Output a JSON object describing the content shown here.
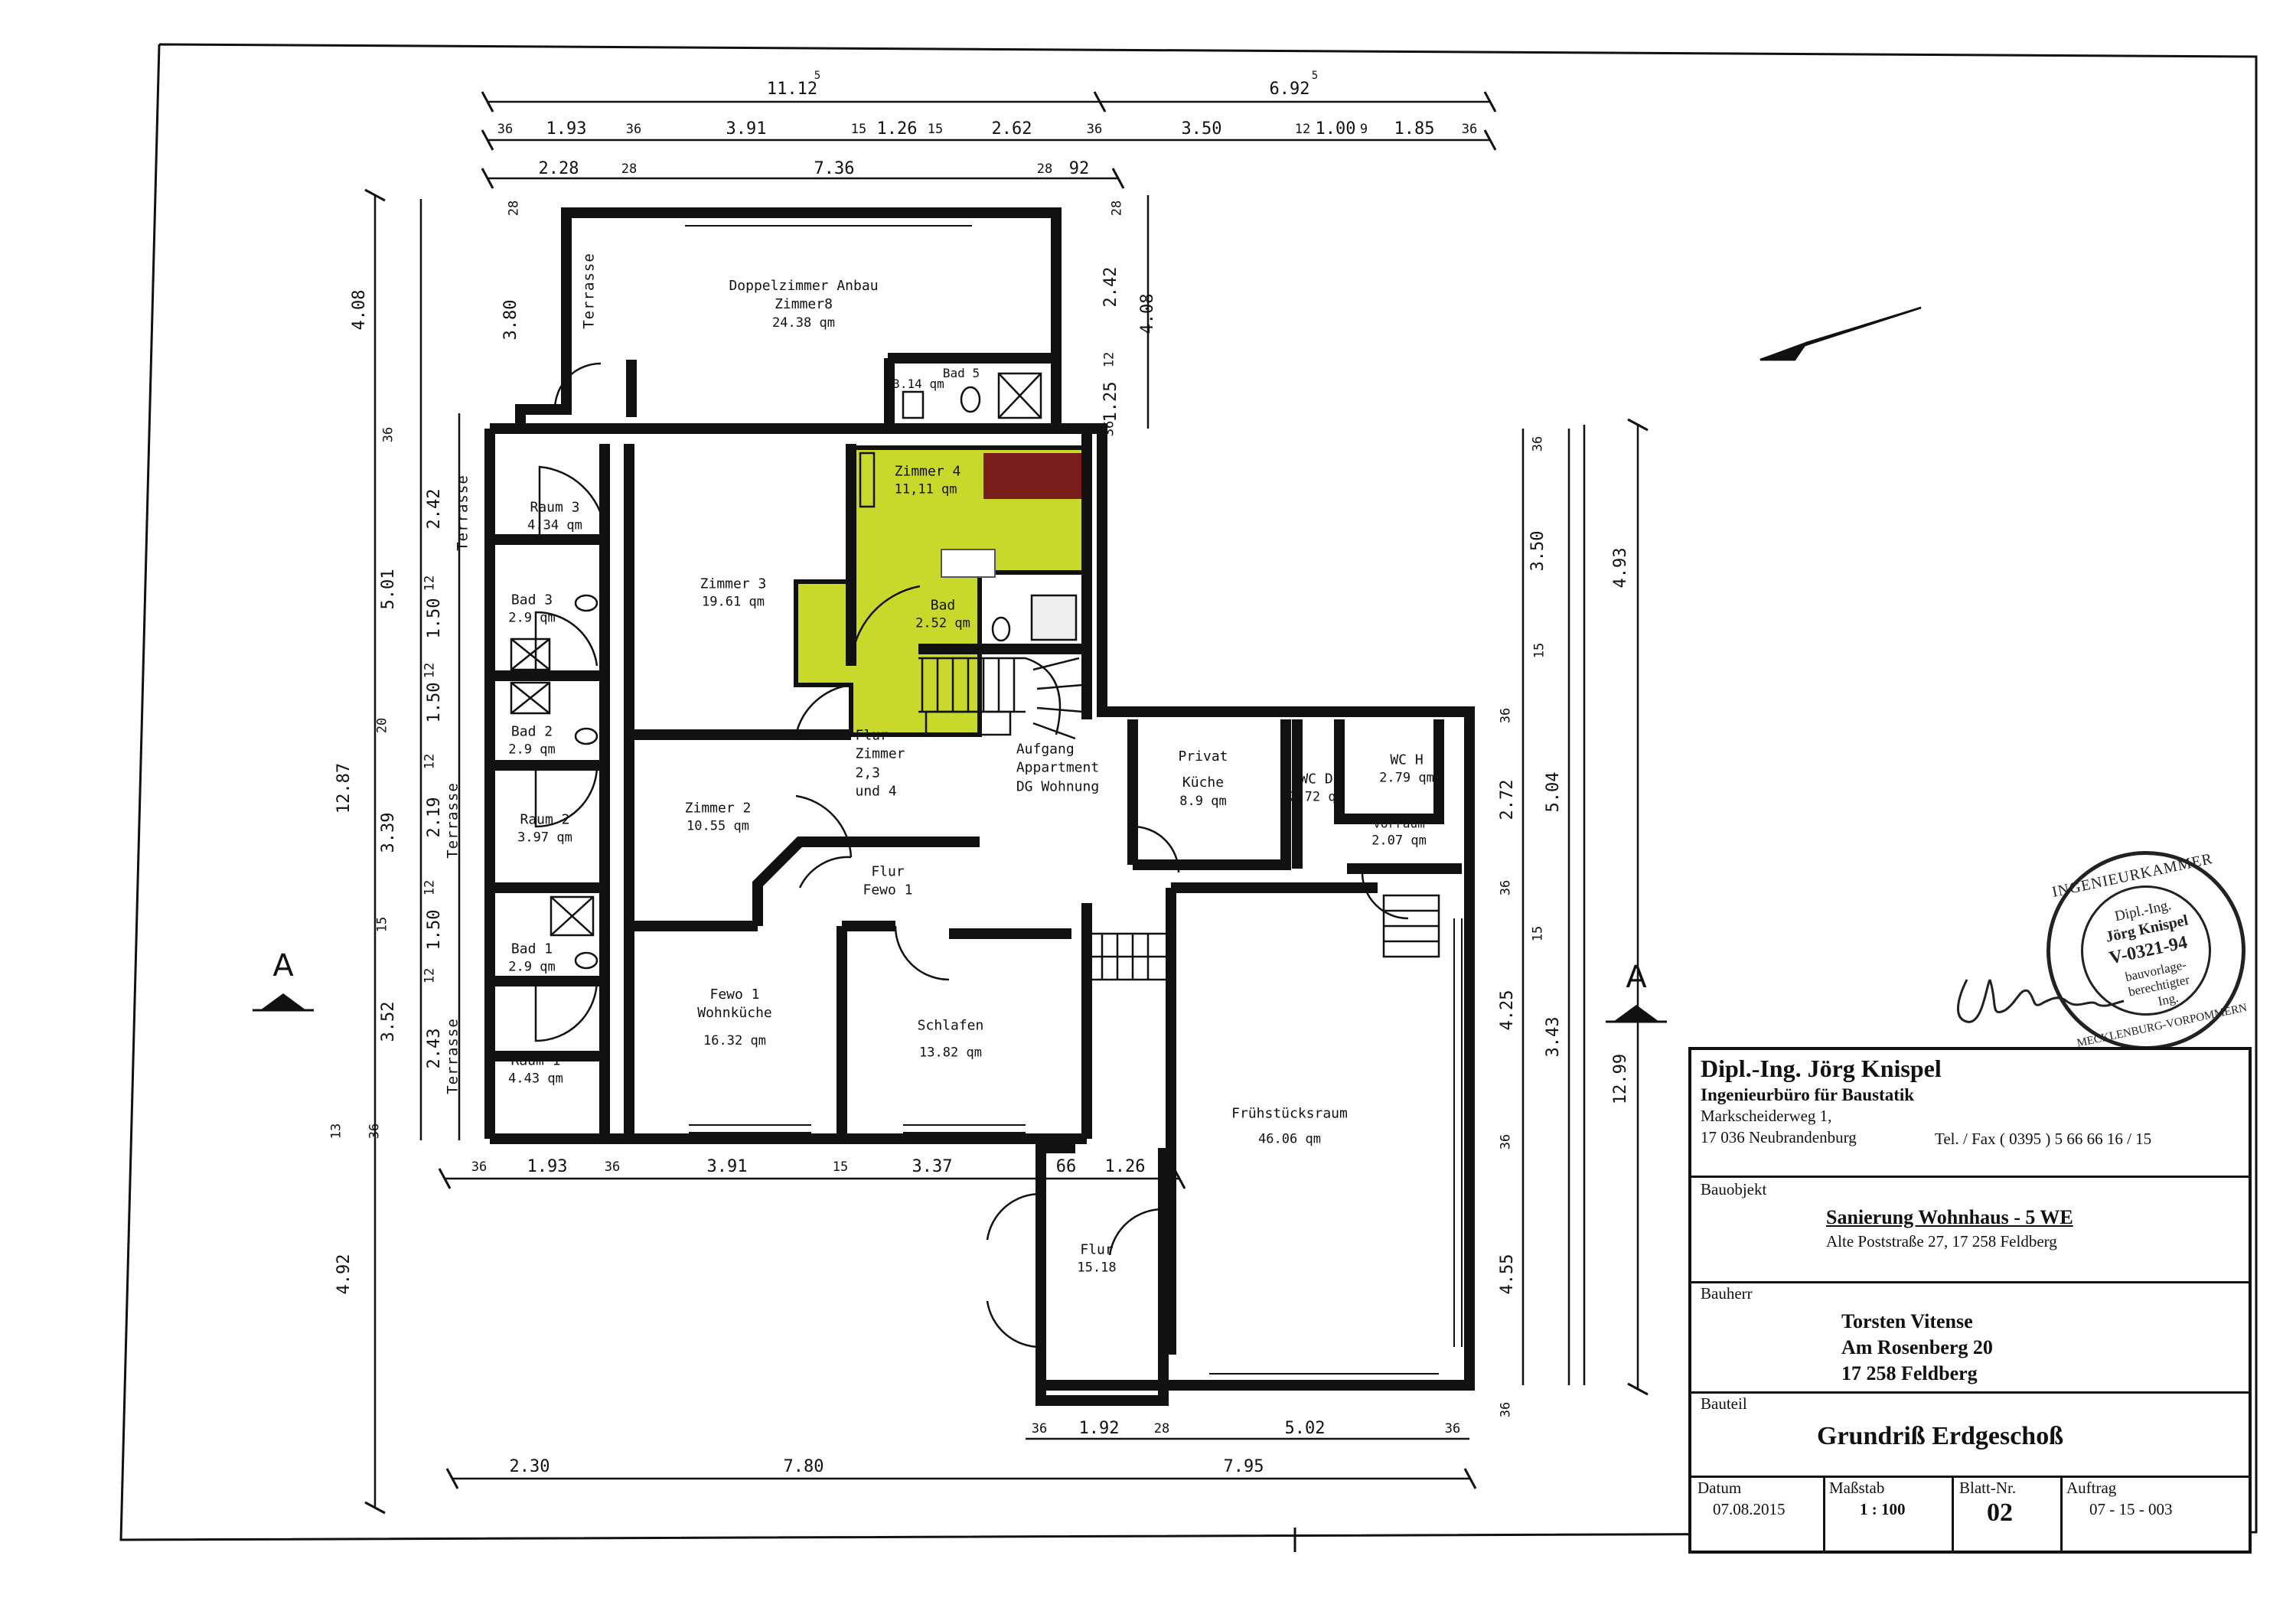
{
  "plan": {
    "rooms": {
      "zimmer8": {
        "name": "Doppelzimmer Anbau",
        "sub": "Zimmer8",
        "area": "24.38 qm"
      },
      "bad5": {
        "name": "Bad 5",
        "area": "3.14 qm"
      },
      "zimmer4": {
        "name": "Zimmer 4",
        "area": "11,11 qm"
      },
      "bad": {
        "name": "Bad",
        "area": "2.52 qm"
      },
      "zimmer3": {
        "name": "Zimmer 3",
        "area": "19.61 qm"
      },
      "raum3": {
        "name": "Raum 3",
        "area": "4.34 qm"
      },
      "bad3": {
        "name": "Bad 3",
        "area": "2.9 qm"
      },
      "bad2": {
        "name": "Bad 2",
        "area": "2.9 qm"
      },
      "raum2": {
        "name": "Raum 2",
        "area": "3.97 qm"
      },
      "bad1": {
        "name": "Bad 1",
        "area": "2.9 qm"
      },
      "raum1": {
        "name": "Raum 1",
        "area": "4.43 qm"
      },
      "zimmer2": {
        "name": "Zimmer 2",
        "area": "10.55 qm"
      },
      "flur_zimmer": {
        "l1": "Flur",
        "l2": "Zimmer",
        "l3": "2,3",
        "l4": "und 4"
      },
      "aufgang": {
        "l1": "Aufgang",
        "l2": "Appartment",
        "l3": "DG Wohnung"
      },
      "flur_fewo": {
        "l1": "Flur",
        "l2": "Fewo 1"
      },
      "fewo1": {
        "name": "Fewo 1",
        "sub": "Wohnküche",
        "area": "16.32 qm"
      },
      "schlafen": {
        "name": "Schlafen",
        "area": "13.82 qm"
      },
      "kueche": {
        "name": "Privat",
        "sub": "Küche",
        "area": "8.9 qm"
      },
      "wcd": {
        "name": "WC D",
        "area": "2.72 qm"
      },
      "wch": {
        "name": "WC H",
        "area": "2.79 qm"
      },
      "vorraum": {
        "name": "Vorraum",
        "area": "2.07 qm"
      },
      "fruehstueck": {
        "name": "Frühstücksraum",
        "area": "46.06 qm"
      },
      "flur": {
        "name": "Flur",
        "area": "15.18"
      }
    },
    "terrasse": "Terrasse",
    "section_marker": "A",
    "dims": {
      "top1": [
        "11.12",
        "6.92"
      ],
      "top1_sup": [
        "5",
        "5"
      ],
      "top2": [
        "36",
        "1.93",
        "36",
        "3.91",
        "15",
        "1.26",
        "15",
        "2.62",
        "36",
        "3.50",
        "12",
        "1.00",
        "9",
        "1.85",
        "36"
      ],
      "top3": [
        "2.28",
        "28",
        "7.36",
        "28",
        "92"
      ],
      "bottom1": [
        "36",
        "1.93",
        "36",
        "3.91",
        "15",
        "3.37",
        "66",
        "1.26"
      ],
      "bottom2": [
        "36",
        "1.92",
        "28",
        "5.02",
        "36"
      ],
      "bottom3": [
        "2.30",
        "7.80",
        "7.95"
      ],
      "left_outer": [
        "4.08",
        "12.87",
        "4.92"
      ],
      "left_mid": [
        "3.80",
        "5.01",
        "3.39",
        "3.52"
      ],
      "left_inner": [
        "28",
        "36",
        "2.42",
        "12",
        "1.50",
        "12",
        "20",
        "1.50",
        "12",
        "2.19",
        "12",
        "15",
        "1.50",
        "12",
        "2.43",
        "36",
        "13"
      ],
      "top_right": [
        "28",
        "2.42",
        "4.08",
        "12",
        "1.25",
        "36"
      ],
      "right_inner": [
        "36",
        "3.50",
        "15",
        "36",
        "2.72",
        "36",
        "15",
        "4.25",
        "36",
        "4.55",
        "36"
      ],
      "right_mid": [
        "5.04",
        "3.43"
      ],
      "right_outer": [
        "4.93",
        "12.99"
      ]
    }
  },
  "title_block": {
    "name": "Dipl.-Ing. Jörg Knispel",
    "company": "Ingenieurbüro für Baustatik",
    "street": "Markscheiderweg 1,",
    "city": "17 036 Neubrandenburg",
    "phone": "Tel. / Fax  ( 0395 ) 5 66 66 16 / 15",
    "bauobjekt_label": "Bauobjekt",
    "bauobjekt_title": "Sanierung Wohnhaus - 5 WE",
    "bauobjekt_address": "Alte Poststraße 27, 17 258 Feldberg",
    "bauherr_label": "Bauherr",
    "bauherr_name": "Torsten Vitense",
    "bauherr_street": "Am Rosenberg 20",
    "bauherr_city": "17 258 Feldberg",
    "bauteil_label": "Bauteil",
    "bauteil": "Grundriß Erdgeschoß",
    "datum_label": "Datum",
    "datum": "07.08.2015",
    "massstab_label": "Maßstab",
    "massstab": "1 : 100",
    "blatt_label": "Blatt-Nr.",
    "blatt": "02",
    "auftrag_label": "Auftrag",
    "auftrag": "07 - 15 - 003"
  },
  "stamp": {
    "ring_top": "INGENIEURKAMMER",
    "ring_bottom": "MECKLENBURG-VORPOMMERN",
    "l1": "Dipl.-Ing.",
    "l2": "Jörg Knispel",
    "l3": "V-0321-94",
    "l4": "bauvorlage-",
    "l5": "berechtigter",
    "l6": "Ing."
  },
  "colors": {
    "highlight": "#c8d92b",
    "bed": "#7a1d1d",
    "ink": "#111111"
  }
}
